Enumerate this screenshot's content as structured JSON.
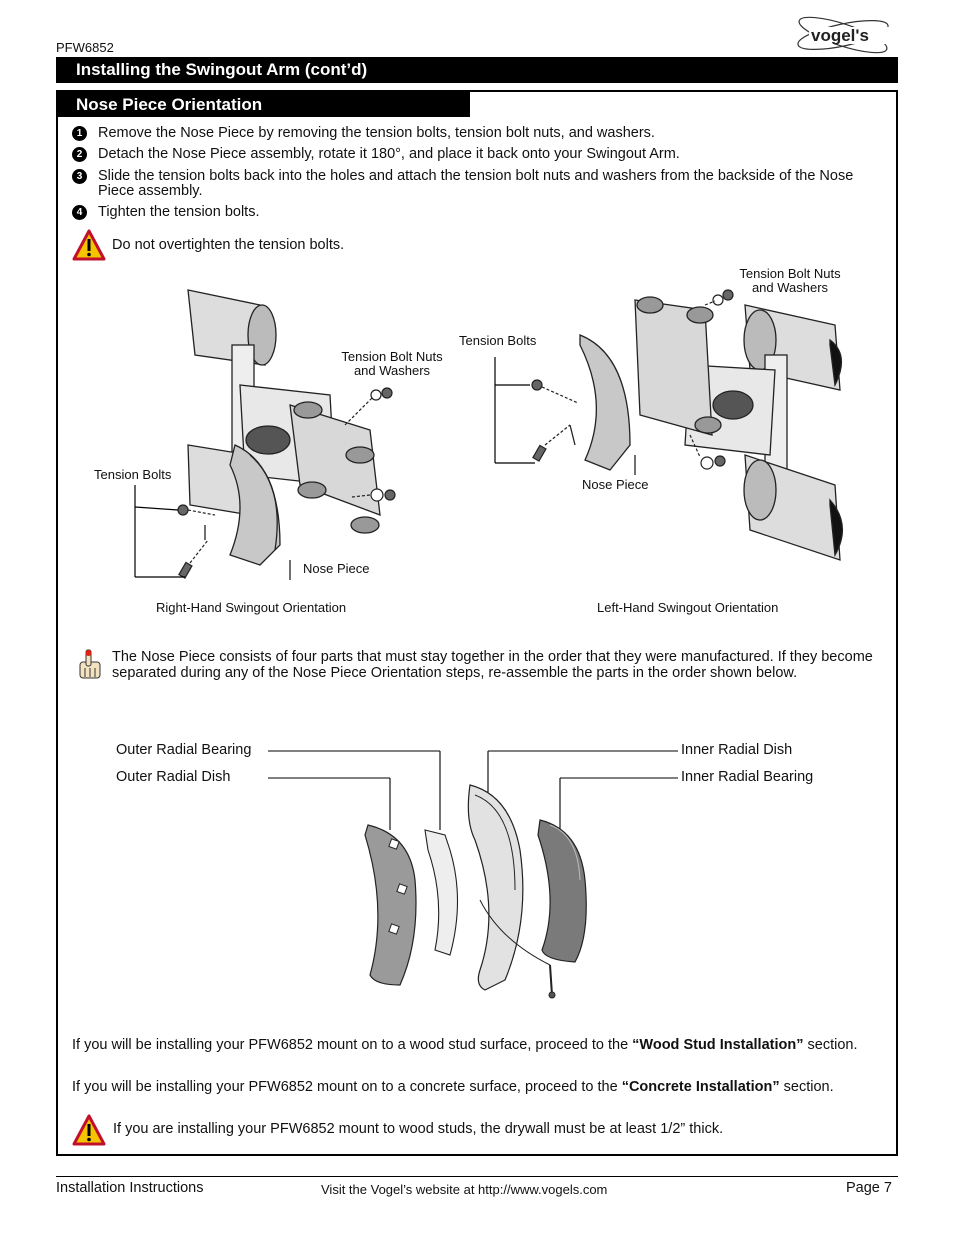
{
  "header": {
    "model": "PFW6852",
    "brand": "vogel's",
    "section_title": "Installing the Swingout Arm (cont’d)"
  },
  "subsection_title": "Nose Piece Orientation",
  "steps": [
    {
      "num": "1",
      "text": "Remove the Nose Piece by removing the tension bolts, tension bolt nuts, and washers."
    },
    {
      "num": "2",
      "text": "Detach the Nose Piece assembly, rotate it 180°, and place it back onto your Swingout Arm."
    },
    {
      "num": "3",
      "text": "Slide the tension bolts back into the holes and attach the tension bolt nuts and washers from the backside of the Nose Piece assembly."
    },
    {
      "num": "4",
      "text": "Tighten the tension bolts."
    }
  ],
  "warning1": "Do not overtighten the tension bolts.",
  "figure_right": {
    "tension_nuts": "Tension Bolt Nuts and Washers",
    "tension_bolts": "Tension Bolts",
    "nose_piece": "Nose Piece",
    "caption": "Right-Hand Swingout Orientation"
  },
  "figure_left": {
    "tension_nuts": "Tension Bolt Nuts and Washers",
    "tension_bolts": "Tension Bolts",
    "nose_piece": "Nose Piece",
    "caption": "Left-Hand Swingout Orientation"
  },
  "note": "The Nose Piece consists of four parts that must stay together in the order that they were manufactured.  If they become separated during any of the Nose Piece Orientation steps, re-assemble the parts in the order shown below.",
  "parts": {
    "outer_bearing": "Outer Radial Bearing",
    "outer_dish": "Outer Radial Dish",
    "inner_dish": "Inner Radial Dish",
    "inner_bearing": "Inner Radial Bearing"
  },
  "wood": {
    "pre": "If you will be installing your PFW6852 mount on to a wood stud surface, proceed to the ",
    "bold": "“Wood Stud Installation”",
    "post": " section."
  },
  "concrete": {
    "pre": "If you will be installing your PFW6852 mount on to a concrete surface, proceed to the ",
    "bold": "“Concrete Installation”",
    "post": " section."
  },
  "warning2": "If you are installing your PFW6852 mount to wood studs, the drywall must be at least 1/2” thick.",
  "footer": {
    "left": "Installation Instructions",
    "center": "Visit the Vogel’s website at http://www.vogels.com",
    "right": "Page 7"
  }
}
